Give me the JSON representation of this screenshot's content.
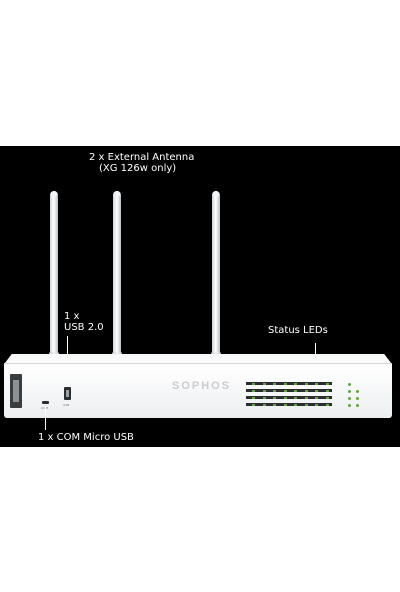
{
  "labels": {
    "antenna_line1": "2 x External Antenna",
    "antenna_line2": "(XG 126w only)",
    "usb_line1": "1 x",
    "usb_line2": "USB 2.0",
    "status_leds": "Status LEDs",
    "com_port": "1 x COM Micro USB"
  },
  "device": {
    "brand": "SOPHOS",
    "usb_port_caption": "USB",
    "com_port_caption": "COM"
  },
  "colors": {
    "panel_background": "#000000",
    "label_text": "#ffffff",
    "led_green": "#63a63f",
    "chassis": "#f4f5f6"
  }
}
